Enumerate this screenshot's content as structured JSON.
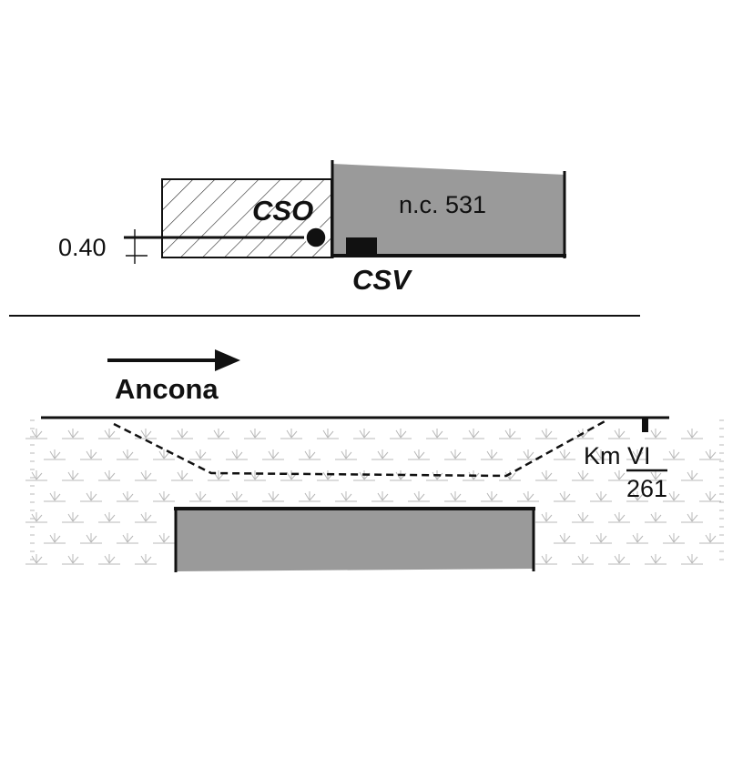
{
  "colors": {
    "ink": "#111111",
    "fill_gray": "#9a9a9a",
    "hatch": "#222222",
    "terrain": "#b8b8b8",
    "background": "#ffffff"
  },
  "top_section": {
    "structure_label": "n.c. 531",
    "cso_label": "CSO",
    "csv_label": "CSV",
    "depth_label": "0.40"
  },
  "bottom_section": {
    "direction_label": "Ancona",
    "km_line1": "Km VI",
    "km_line2": "261"
  }
}
